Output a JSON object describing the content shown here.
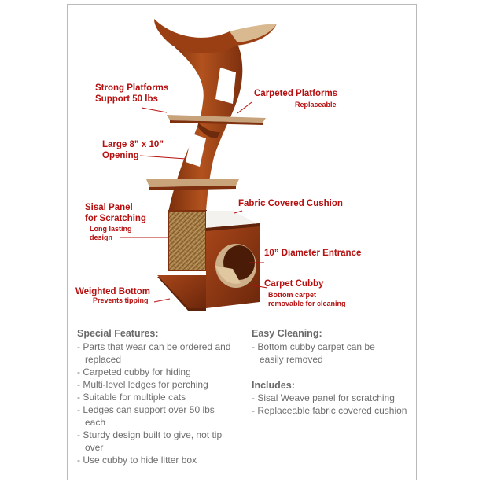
{
  "callouts": {
    "strong_platforms": {
      "line1": "Strong Platforms",
      "line2": "Support 50 lbs"
    },
    "carpeted_platforms": {
      "title": "Carpeted Platforms",
      "sub": "Replaceable"
    },
    "large_opening": {
      "line1": "Large 8” x 10”",
      "line2": "Opening"
    },
    "fabric_cushion": {
      "title": "Fabric Covered Cushion"
    },
    "sisal_panel": {
      "line1": "Sisal Panel",
      "line2": "for Scratching",
      "sub1": "Long lasting",
      "sub2": "design"
    },
    "diameter_entrance": {
      "title": "10” Diameter Entrance"
    },
    "carpet_cubby": {
      "title": "Carpet Cubby",
      "sub1": "Bottom carpet",
      "sub2": "removable for cleaning"
    },
    "weighted_bottom": {
      "title": "Weighted Bottom",
      "sub": "Prevents tipping"
    }
  },
  "special_features": {
    "heading": "Special Features:",
    "items": [
      "Parts that wear can be ordered and replaced",
      "Carpeted cubby for hiding",
      "Multi-level ledges for perching",
      "Suitable for multiple cats",
      "Ledges can support over 50 lbs each",
      "Sturdy design built to give, not tip over",
      "Use cubby to hide litter box"
    ]
  },
  "easy_cleaning": {
    "heading": "Easy Cleaning:",
    "items": [
      "Bottom cubby carpet can be easily removed"
    ]
  },
  "includes": {
    "heading": "Includes:",
    "items": [
      "Sisal Weave panel for scratching",
      "Replaceable fabric covered cushion"
    ]
  },
  "colors": {
    "callout_red": "#b50f0f",
    "wood": "#9a3e13",
    "wood_dark": "#6e2a0c",
    "carpet": "#d9b990",
    "sisal": "#a27a45",
    "body_text": "#6e6e6e"
  }
}
